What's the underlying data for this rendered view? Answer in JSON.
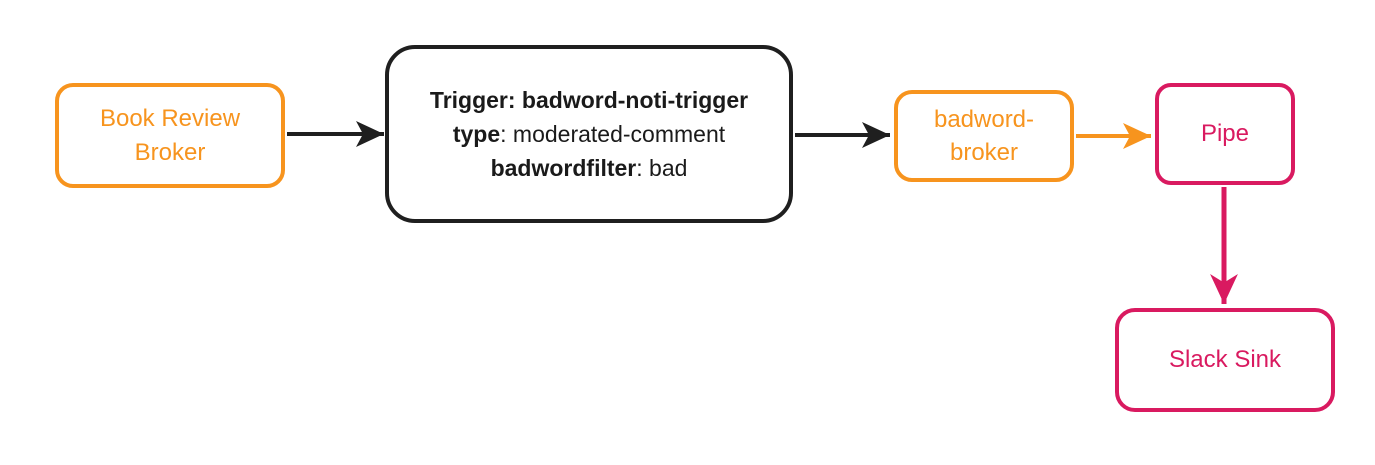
{
  "colors": {
    "orange": "#f7941e",
    "pink": "#d91a60",
    "black": "#1f1f1f",
    "background": "#ffffff"
  },
  "diagram": {
    "type": "event-flow",
    "nodes": {
      "book_review_broker": {
        "label": "Book Review Broker",
        "color": "orange"
      },
      "trigger": {
        "color": "black",
        "lines": [
          {
            "bold": "Trigger: badword-noti-trigger",
            "normal": ""
          },
          {
            "bold": "type",
            "normal": ": moderated-comment"
          },
          {
            "bold": "badwordfilter",
            "normal": ": bad"
          }
        ]
      },
      "badword_broker": {
        "label": "badword-broker",
        "color": "orange"
      },
      "pipe": {
        "label": "Pipe",
        "color": "pink"
      },
      "slack_sink": {
        "label": "Slack Sink",
        "color": "pink"
      }
    },
    "edges": [
      {
        "from": "book_review_broker",
        "to": "trigger",
        "color": "black",
        "direction": "right"
      },
      {
        "from": "trigger",
        "to": "badword_broker",
        "color": "black",
        "direction": "right"
      },
      {
        "from": "badword_broker",
        "to": "pipe",
        "color": "orange",
        "direction": "right"
      },
      {
        "from": "pipe",
        "to": "slack_sink",
        "color": "pink",
        "direction": "down"
      }
    ]
  }
}
